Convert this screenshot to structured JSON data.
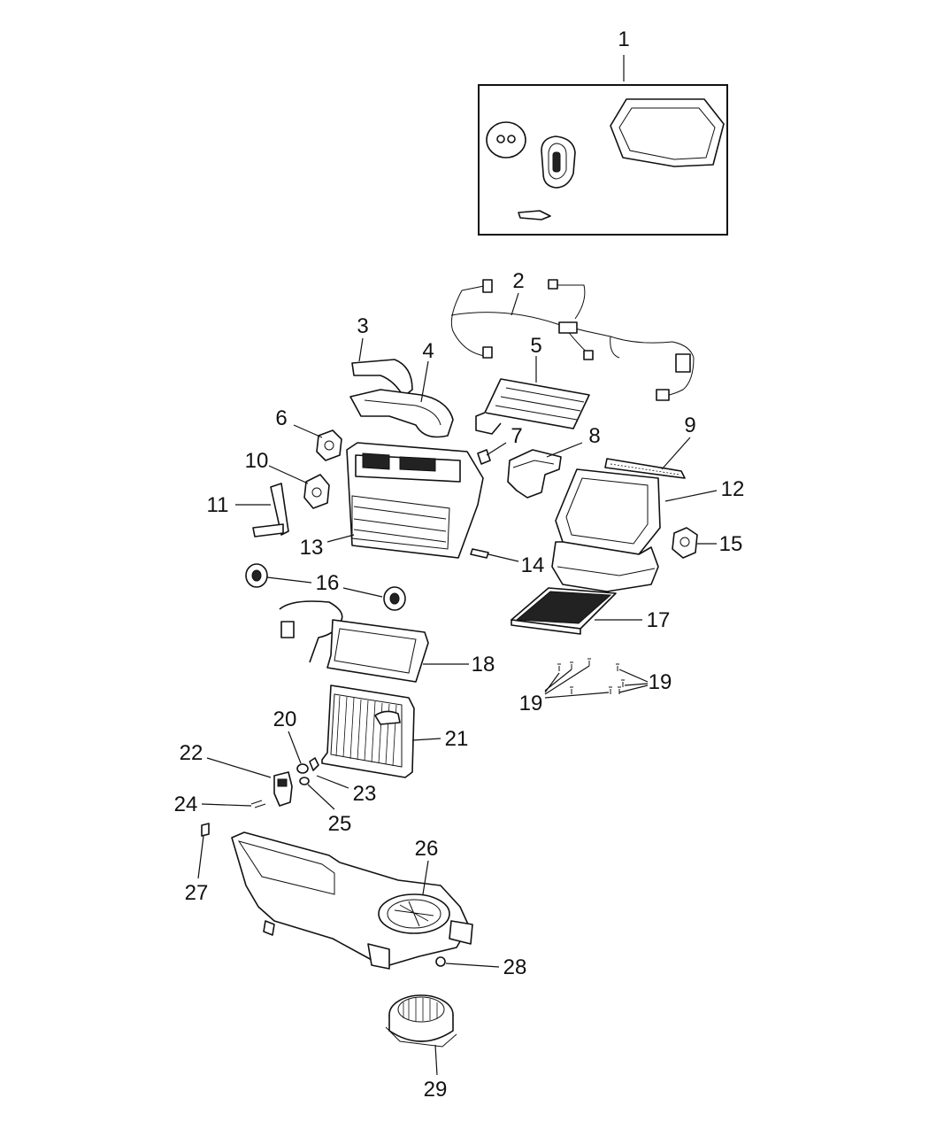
{
  "callouts": {
    "c1": "1",
    "c2": "2",
    "c3": "3",
    "c4": "4",
    "c5": "5",
    "c6": "6",
    "c7": "7",
    "c8": "8",
    "c9": "9",
    "c10": "10",
    "c11": "11",
    "c12": "12",
    "c13": "13",
    "c14": "14",
    "c15": "15",
    "c16a": "16",
    "c17": "17",
    "c18": "18",
    "c19a": "19",
    "c19b": "19",
    "c20": "20",
    "c21": "21",
    "c22": "22",
    "c23": "23",
    "c24": "24",
    "c25": "25",
    "c26": "26",
    "c27": "27",
    "c28": "28",
    "c29": "29"
  }
}
